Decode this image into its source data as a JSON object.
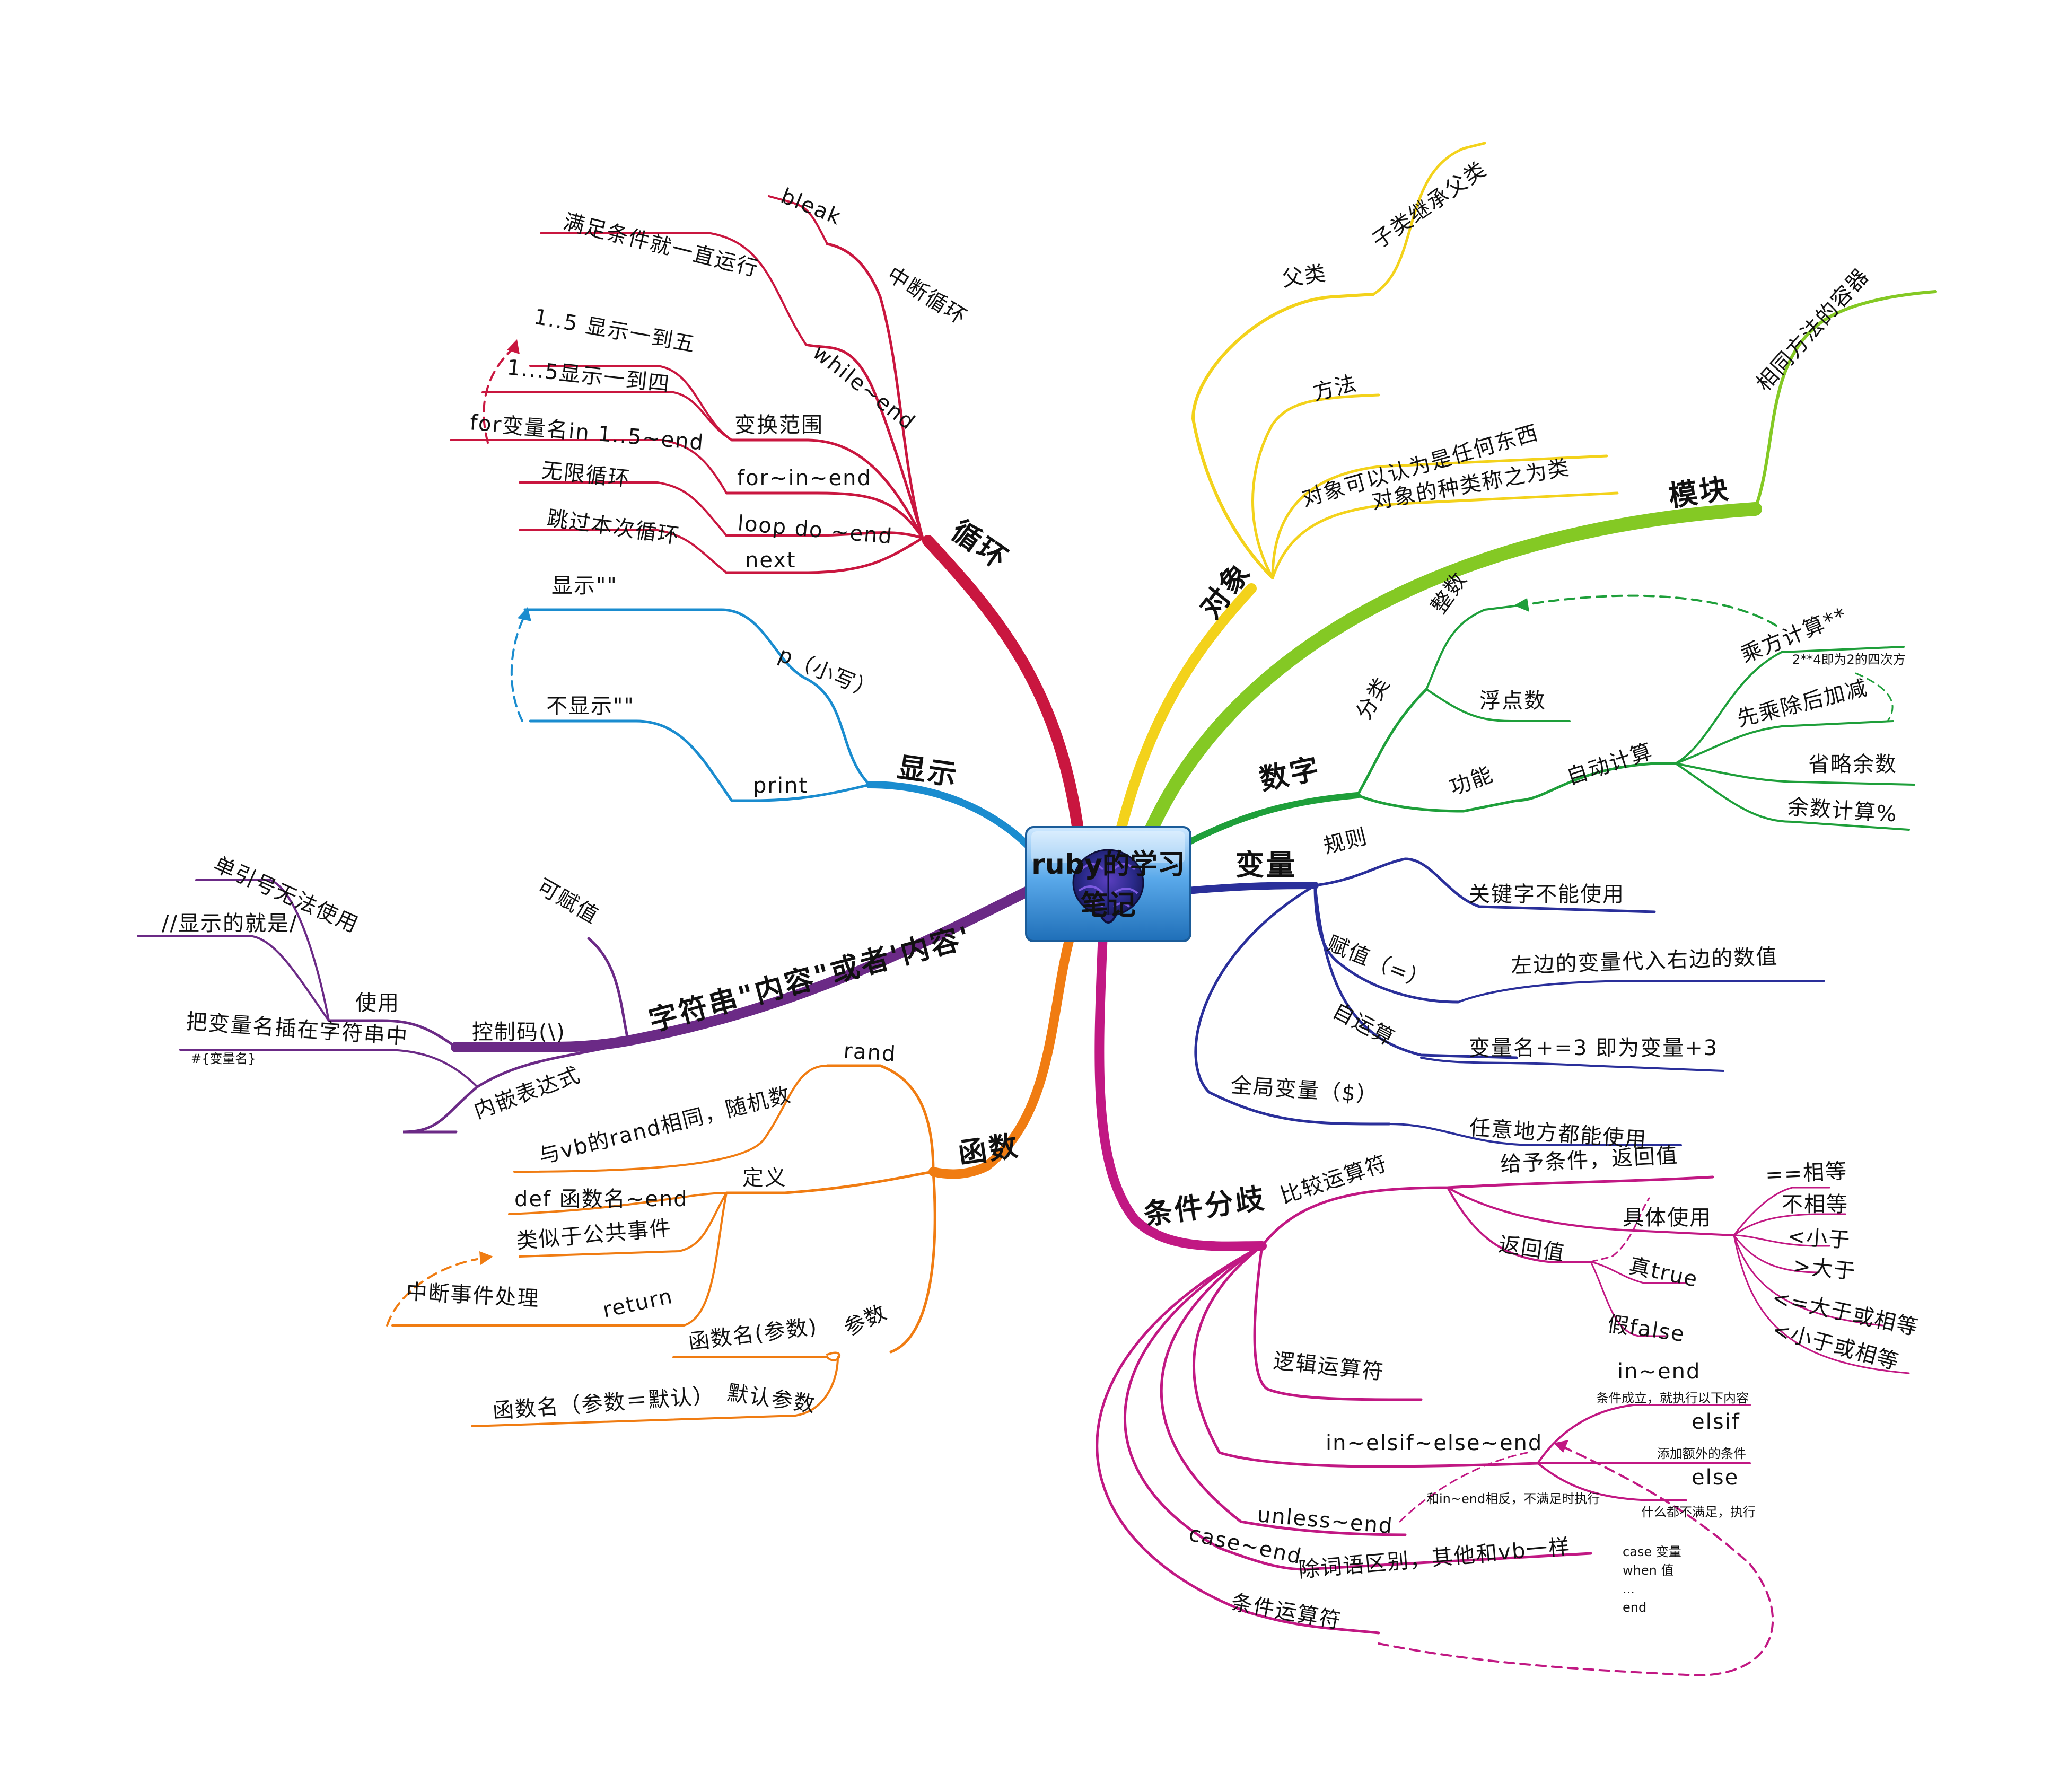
{
  "center": {
    "line1": "ruby的学习",
    "line2": "笔记"
  },
  "colors": {
    "loop": "#c9163f",
    "display": "#1a8ccf",
    "string": "#6b2a86",
    "function": "#f07c12",
    "object": "#f3d21b",
    "module": "#84c924",
    "number": "#1e9f3a",
    "variable": "#2a2f9a",
    "condition": "#c11883"
  },
  "branches": {
    "loop": {
      "label": "循环",
      "interrupt": "中断循环",
      "bleak": "bleak",
      "while": "while~end",
      "while_note": "满足条件就一直运行",
      "range": "变换范围",
      "range_a": "1..5 显示一到五",
      "range_b": "1...5显示一到四",
      "forin": "for~in~end",
      "forin_note": "for变量名in 1..5~end",
      "loopdo": "loop do ~end",
      "loopdo_note": "无限循环",
      "next": "next",
      "next_note": "跳过本次循环"
    },
    "display": {
      "label": "显示",
      "p": "p（小写）",
      "p_note": "显示\"\"",
      "print": "print",
      "print_note": "不显示\"\""
    },
    "string": {
      "label": "字符串\"内容\"或者'内容'",
      "assignable": "可赋值",
      "control": "控制码(\\)",
      "use": "使用",
      "single_quote": "单引号无法使用",
      "backslash": "//显示的就是/",
      "embed": "内嵌表达式",
      "embed_note": "把变量名插在字符串中",
      "embed_syntax": "#{变量名}"
    },
    "function": {
      "label": "函数",
      "rand": "rand",
      "rand_note": "与vb的rand相同，随机数",
      "define": "定义",
      "def": "def 函数名~end",
      "def_note": "类似于公共事件",
      "return": "return",
      "return_note": "中断事件处理",
      "param": "参数",
      "param_a": "函数名(参数)",
      "param_default": "默认参数",
      "param_default_note": "函数名（参数＝默认）"
    },
    "object": {
      "label": "对象",
      "parent": "父类",
      "child": "子类继承父类",
      "method": "方法",
      "anything": "对象可以认为是任何东西",
      "kind": "对象的种类称之为类"
    },
    "module": {
      "label": "模块",
      "container": "相同方法的容器"
    },
    "number": {
      "label": "数字",
      "category": "分类",
      "integer": "整数",
      "float": "浮点数",
      "feature": "功能",
      "auto": "自动计算",
      "power": "乘方计算**",
      "power_note": "2**4即为2的四次方",
      "order": "先乘除后加减",
      "omit": "省略余数",
      "mod": "余数计算%"
    },
    "variable": {
      "label": "变量",
      "rule": "规则",
      "keyword": "关键字不能使用",
      "assign": "赋值（=）",
      "assign_note": "左边的变量代入右边的数值",
      "self_op": "自运算",
      "self_note": "变量名+=3 即为变量+3",
      "global": "全局变量（$）",
      "global_note": "任意地方都能使用"
    },
    "condition": {
      "label": "条件分歧",
      "compare": "比较运算符",
      "give": "给予条件，返回值",
      "usage": "具体使用",
      "eq": "==相等",
      "ne": "不相等",
      "lt": "<小于",
      "gt": ">大于",
      "ge": "<=大于或相等",
      "le": "<小于或相等",
      "retval": "返回值",
      "true": "真true",
      "false": "假false",
      "logic": "逻辑运算符",
      "ifelse": "in~elsif~else~end",
      "in_end": "in~end",
      "in_end_note": "条件成立，就执行以下内容",
      "elsif": "elsif",
      "elsif_note": "添加额外的条件",
      "else": "else",
      "else_note": "什么都不满足，执行",
      "unless": "unless~end",
      "unless_note": "和in~end相反，不满足时执行",
      "case": "case~end",
      "case_note": "除词语区别，其他和vb一样",
      "case_code_1": "case 变量",
      "case_code_2": "when 值",
      "case_code_3": "...",
      "case_code_4": "end",
      "ternary": "条件运算符"
    }
  }
}
